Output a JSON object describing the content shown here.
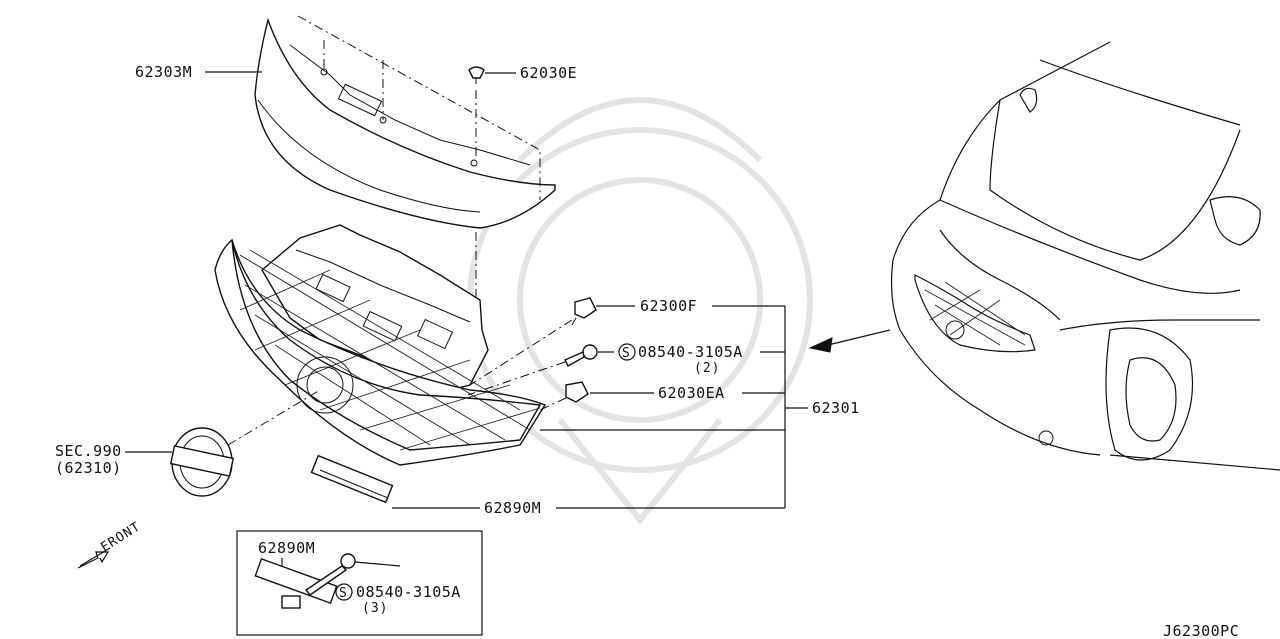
{
  "diagram": {
    "callouts": {
      "cover": "62303M",
      "clip_top": "62030E",
      "clip_f": "62300F",
      "screw_code": "08540-3105A",
      "screw_qty": "(2)",
      "clip_ea": "62030EA",
      "grille_assy": "62301",
      "sec_ref": "SEC.990",
      "sec_part": "(62310)",
      "emblem_lower": "62890M",
      "direction": "FRONT",
      "diagram_code": "J62300PC"
    },
    "inset": {
      "emblem": "62890M",
      "screw_code": "08540-3105A",
      "screw_qty": "(3)"
    },
    "symbols": {
      "screw_marker": "S"
    }
  }
}
